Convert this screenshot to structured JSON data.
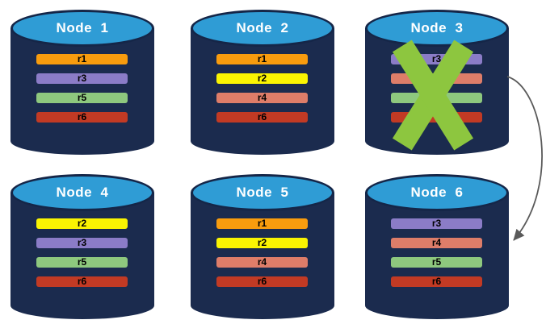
{
  "nodes": [
    {
      "title": "Node  1",
      "failed": false,
      "bars": [
        {
          "label": "r1",
          "color": "#F89C0E"
        },
        {
          "label": "r3",
          "color": "#8B7CC7"
        },
        {
          "label": "r5",
          "color": "#8EC87E"
        },
        {
          "label": "r6",
          "color": "#C23A24"
        }
      ]
    },
    {
      "title": "Node  2",
      "failed": false,
      "bars": [
        {
          "label": "r1",
          "color": "#F89C0E"
        },
        {
          "label": "r2",
          "color": "#FAF402"
        },
        {
          "label": "r4",
          "color": "#DE7D69"
        },
        {
          "label": "r6",
          "color": "#C23A24"
        }
      ]
    },
    {
      "title": "Node  3",
      "failed": true,
      "bars": [
        {
          "label": "r3",
          "color": "#8B7CC7"
        },
        {
          "label": "",
          "color": "#DE7D69"
        },
        {
          "label": "",
          "color": "#8EC87E"
        },
        {
          "label": "",
          "color": "#C23A24"
        }
      ]
    },
    {
      "title": "Node  4",
      "failed": false,
      "bars": [
        {
          "label": "r2",
          "color": "#FAF402"
        },
        {
          "label": "r3",
          "color": "#8B7CC7"
        },
        {
          "label": "r5",
          "color": "#8EC87E"
        },
        {
          "label": "r6",
          "color": "#C23A24"
        }
      ]
    },
    {
      "title": "Node  5",
      "failed": false,
      "bars": [
        {
          "label": "r1",
          "color": "#F89C0E"
        },
        {
          "label": "r2",
          "color": "#FAF402"
        },
        {
          "label": "r4",
          "color": "#DE7D69"
        },
        {
          "label": "r6",
          "color": "#C23A24"
        }
      ]
    },
    {
      "title": "Node  6",
      "failed": false,
      "bars": [
        {
          "label": "r3",
          "color": "#8B7CC7"
        },
        {
          "label": "r4",
          "color": "#DE7D69"
        },
        {
          "label": "r5",
          "color": "#8EC87E"
        },
        {
          "label": "r6",
          "color": "#C23A24"
        }
      ]
    }
  ],
  "colors": {
    "background": "#FFFFFF",
    "cylinder_body": "#1B2B4E",
    "cylinder_top": "#2F9CD5",
    "cylinder_outline": "#152648",
    "title_text": "#FFFFFF",
    "bar_text": "#000000",
    "failure_x": "#8DC63F",
    "arrow": "#5A5A5A"
  }
}
